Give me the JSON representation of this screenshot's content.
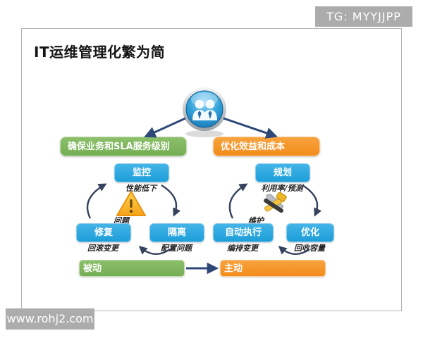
{
  "page": {
    "tg_tag": "TG: MYYJJPP",
    "title": "IT运维管理化繁为简",
    "site_watermark": "www.rohj2.com"
  },
  "left_cycle": {
    "banner": "确保业务和SLA服务级别",
    "top_node": {
      "label": "监控",
      "note": "性能低下"
    },
    "right_node": {
      "label": "隔离",
      "note": "配置问题"
    },
    "left_node": {
      "label": "修复",
      "note": "回滚变更"
    },
    "center_label": "问题",
    "center_icon": "warning-triangle-icon"
  },
  "right_cycle": {
    "banner": "优化效益和成本",
    "top_node": {
      "label": "规划",
      "note": "利用率/预测"
    },
    "right_node": {
      "label": "优化",
      "note": "回收容量"
    },
    "left_node": {
      "label": "自动执行",
      "note": "编排变更"
    },
    "center_label": "维护",
    "center_icon": "tools-icon"
  },
  "bottom": {
    "left_state": "被动",
    "right_state": "主动"
  },
  "icons": {
    "center": "people-icon",
    "left_cycle_center": "warning-triangle-icon",
    "right_cycle_center": "tools-icon"
  },
  "colors": {
    "green": "#7CB55F",
    "orange": "#F7952D",
    "blue": "#29A7E0",
    "navy_arrow": "#2E4977",
    "gray_badge": "#ACACAC"
  }
}
